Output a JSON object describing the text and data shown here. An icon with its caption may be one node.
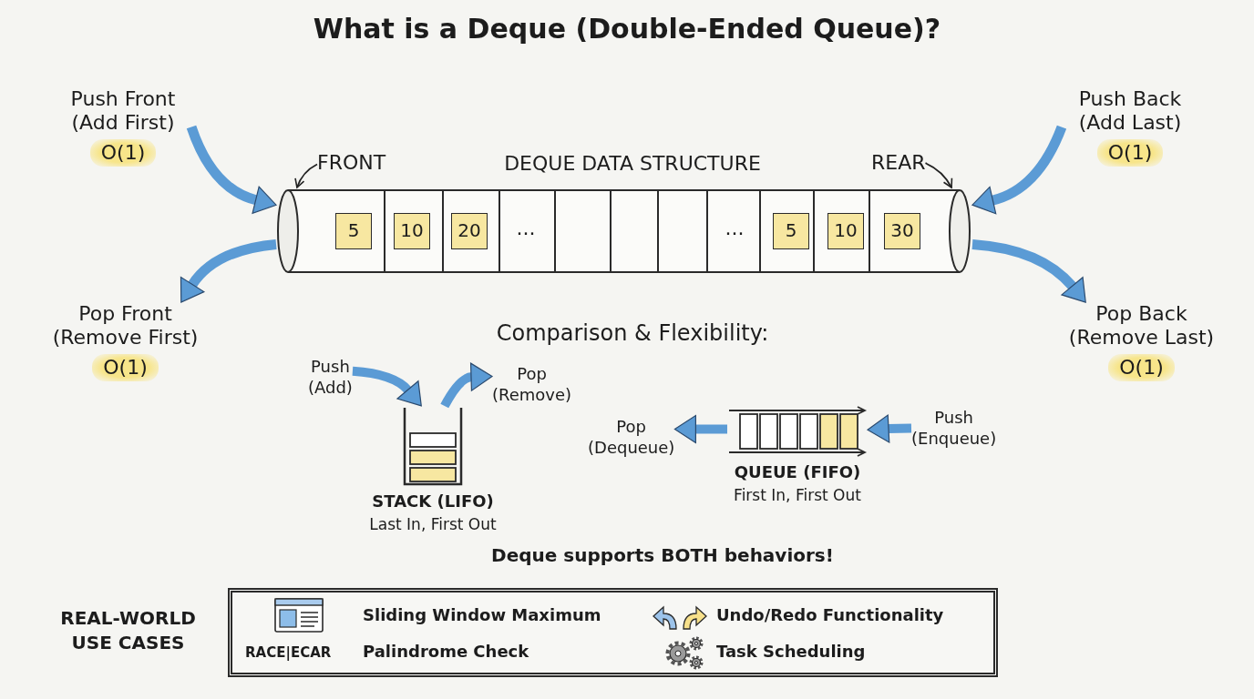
{
  "diagram": {
    "title": "What is a Deque (Double-Ended Queue)?",
    "nodes": [
      {
        "text": [
          "Push Front (Add First)",
          "O(1)"
        ]
      },
      {
        "text": [
          "Push Back (Add Last)",
          "O(1)"
        ]
      },
      {
        "text": [
          "FRONT"
        ]
      },
      {
        "text": [],
        "shape": "cylinder"
      },
      {
        "text": [
          "5"
        ],
        "in": 3
      },
      {
        "text": [
          "10"
        ],
        "in": 3
      },
      {
        "text": [
          "20"
        ],
        "in": 3
      },
      {
        "text": [
          "5"
        ],
        "in": 3
      },
      {
        "text": [
          "10"
        ],
        "in": 3
      },
      {
        "text": [
          "30"
        ],
        "in": 3
      },
      {
        "text": [
          "REAR"
        ]
      },
      {
        "text": [
          "Pop Front (Remove First)",
          "O(1)"
        ]
      },
      {
        "text": [
          "Pop Back (Remove Last)",
          "O(1)"
        ]
      },
      {
        "text": [
          "Push (Add)"
        ]
      },
      {
        "text": [
          "Pop (Remove)"
        ]
      },
      {
        "text": [
          "STACK (LIFO)",
          "Last In, First Out"
        ]
      },
      {
        "text": [
          "Pop (Dequeue)"
        ]
      },
      {
        "text": [
          "QUEUE (FIFO)",
          "First In, First Out"
        ]
      },
      {
        "text": [
          "Push (Enqueue)"
        ]
      },
      {
        "text": [
          "Sliding Window Maximum",
          "Undo/Redo Functionality",
          "RACE|ECAR",
          "Palindrome Check",
          "Task Scheduling"
        ],
        "beside": [
          "REAL-WORLD USE CASES"
        ]
      }
    ],
    "edges": [
      {
        "from": 0,
        "to": 3,
        "arrow": "to"
      },
      {
        "from": 1,
        "to": 3,
        "arrow": "to"
      },
      {
        "from": 2,
        "to": 3,
        "arrow": "to",
        "color": "#222222"
      },
      {
        "from": 10,
        "to": 3,
        "arrow": "to",
        "color": "#222222"
      },
      {
        "from": 3,
        "to": 11,
        "arrow": "to"
      },
      {
        "from": 3,
        "to": 12,
        "arrow": "to"
      },
      {
        "from": 13,
        "to": 15,
        "arrow": "to"
      },
      {
        "from": 15,
        "to": 14,
        "arrow": "to"
      },
      {
        "from": 18,
        "to": 17,
        "arrow": "to"
      },
      {
        "from": 17,
        "to": 16,
        "arrow": "to"
      }
    ],
    "labels": [
      "DEQUE DATA STRUCTURE",
      "...",
      "...",
      "Comparison & Flexibility:",
      "Deque supports BOTH behaviors!"
    ]
  }
}
